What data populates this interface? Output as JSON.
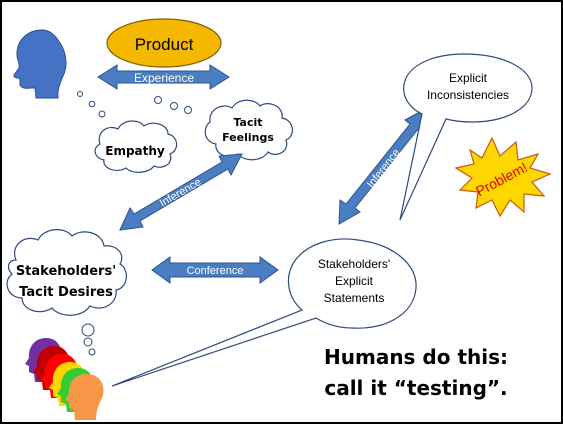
{
  "nodes": {
    "product": "Product",
    "empathy": "Empathy",
    "tacit_feelings": [
      "Tacit",
      "Feelings"
    ],
    "stakeholders_tacit_desires": [
      "Stakeholders'",
      "Tacit Desires"
    ],
    "stakeholders_explicit_statements": [
      "Stakeholders'",
      "Explicit",
      "Statements"
    ],
    "explicit_inconsistencies": [
      "Explicit",
      "Inconsistencies"
    ],
    "problem": "Problem!"
  },
  "arrows": {
    "experience": "Experience",
    "inference_left": "Inference",
    "conference": "Conference",
    "inference_right": "Inference"
  },
  "caption": [
    "Humans do this:",
    "call it “testing”."
  ],
  "colors": {
    "product_fill": "#F5B800",
    "arrow_fill": "#4A7EC2",
    "head_blue": "#4472C4",
    "bubble_stroke": "#2F4B7C",
    "problem_fill": "#FFD700",
    "problem_text": "#E00000",
    "heads": [
      "#7030A0",
      "#C00000",
      "#FF0000",
      "#FFD700",
      "#33CC33",
      "#F79646"
    ]
  },
  "icons": [
    "person-head-icon",
    "crowd-heads-icon"
  ]
}
